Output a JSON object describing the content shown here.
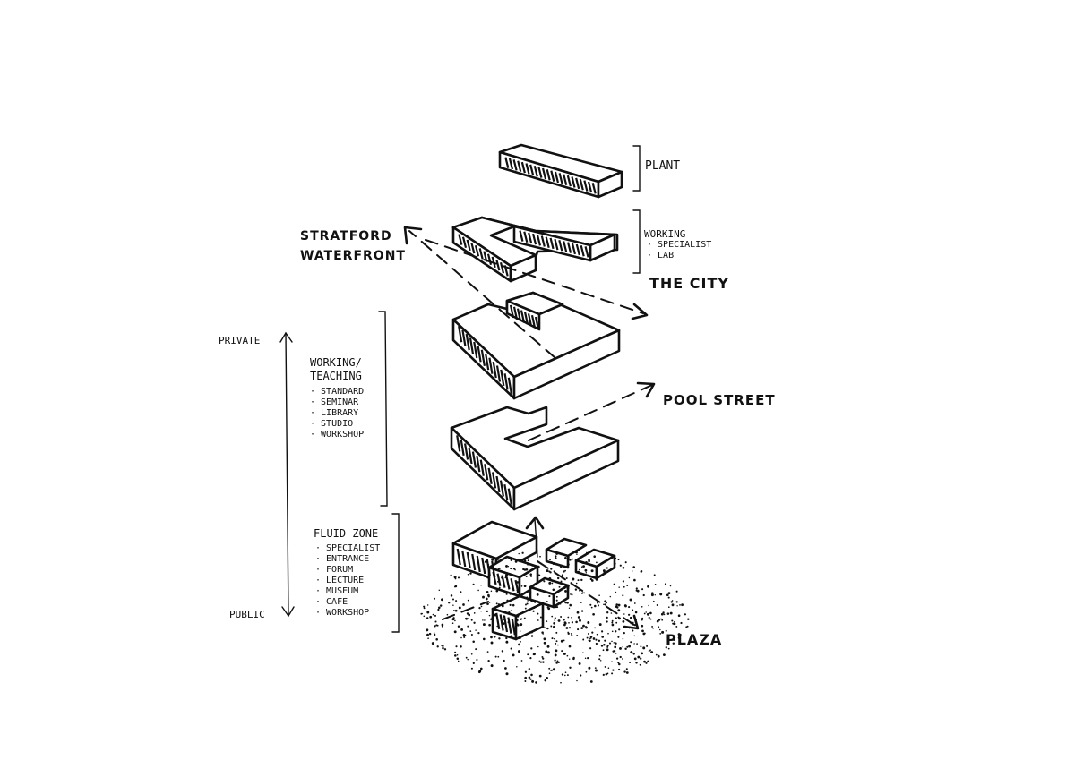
{
  "labels": {
    "plant": "PLANT",
    "working_header": "WORKING",
    "working_items": [
      "· SPECIALIST",
      "· LAB"
    ],
    "stratford_line1": "STRATFORD",
    "stratford_line2": "WATERFRONT",
    "the_city": "THE CITY",
    "pool_street": "POOL STREET",
    "plaza": "PLAZA",
    "private": "PRIVATE",
    "public": "PUBLIC",
    "teaching_line1": "WORKING/",
    "teaching_line2": "TEACHING",
    "teaching_items": [
      "· STANDARD",
      "· SEMINAR",
      "· LIBRARY",
      "· STUDIO",
      "· WORKSHOP"
    ],
    "fluid_header": "FLUID ZONE",
    "fluid_items": [
      "· SPECIALIST",
      "· ENTRANCE",
      "· FORUM",
      "· LECTURE",
      "· MUSEUM",
      "· CAFE",
      "· WORKSHOP"
    ]
  }
}
